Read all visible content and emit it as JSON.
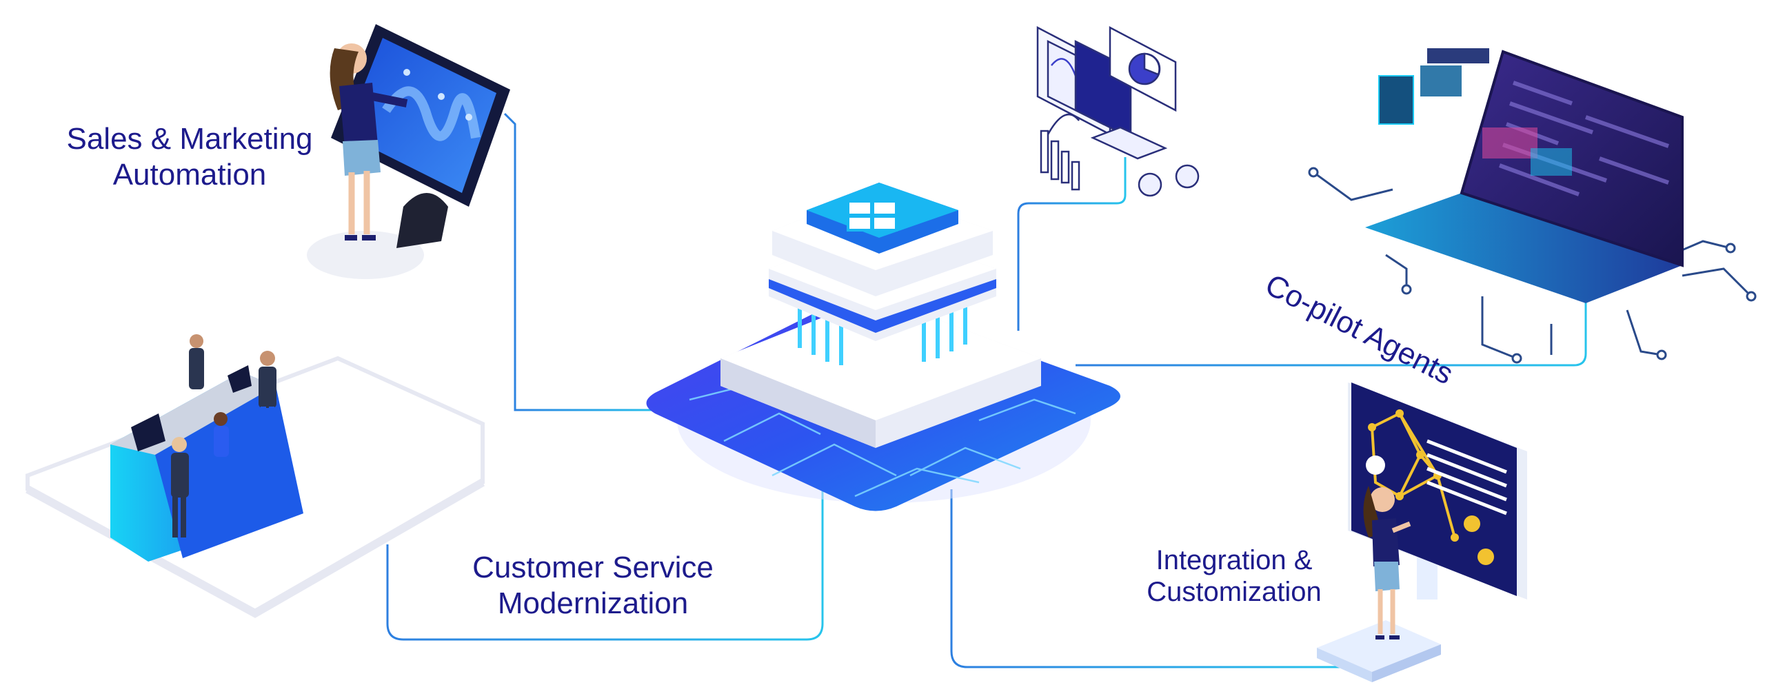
{
  "diagram": {
    "hub": {
      "icon": "windows-logo-icon"
    },
    "nodes": [
      {
        "id": "sales",
        "lines": [
          "Sales & Marketing",
          "Automation"
        ],
        "icon": "touchscreen-presenter-icon"
      },
      {
        "id": "customer_service",
        "lines": [
          "Customer Service",
          "Modernization"
        ],
        "icon": "service-desk-icon"
      },
      {
        "id": "integration",
        "lines": [
          "Integration &",
          "Customization"
        ],
        "icon": "network-board-icon"
      },
      {
        "id": "copilot",
        "lines": [
          "Co-pilot Agents"
        ],
        "icon": "laptop-circuit-icon"
      },
      {
        "id": "analytics",
        "lines": [],
        "icon": "analytics-dashboard-icon"
      }
    ]
  },
  "colors": {
    "label_text": "#1d1b8c",
    "connector": "#2aa8e0",
    "platform_blue": "#2d3fe8",
    "accent_cyan": "#19c9f2"
  }
}
